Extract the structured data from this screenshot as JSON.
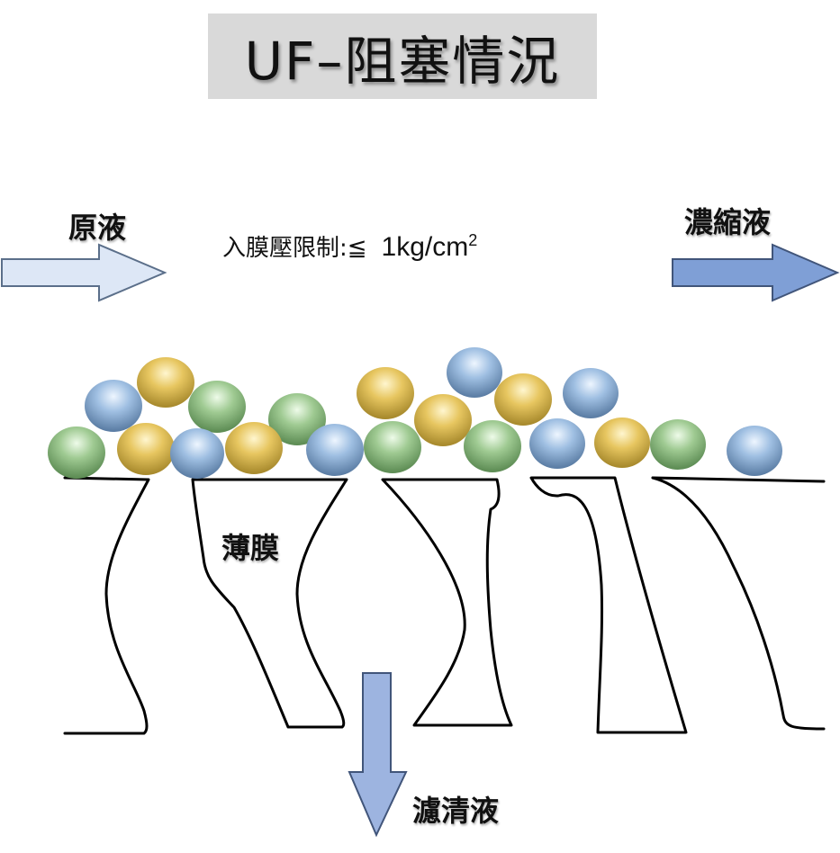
{
  "title": "UF–阻塞情況",
  "labels": {
    "feed": "原液",
    "concentrate": "濃縮液",
    "membrane": "薄膜",
    "filtrate": "濾清液"
  },
  "pressure": {
    "label": "入膜壓限制:≦",
    "value": "1kg/cm",
    "exponent": "2"
  },
  "colors": {
    "feed_arrow": "#dde7f6",
    "concentrate_arrow": "#7f9fd6",
    "filtrate_arrow": "#9db4e0",
    "particle_blue": "#8fb0d8",
    "particle_yellow": "#e6c65c",
    "particle_green": "#8fbf84"
  }
}
